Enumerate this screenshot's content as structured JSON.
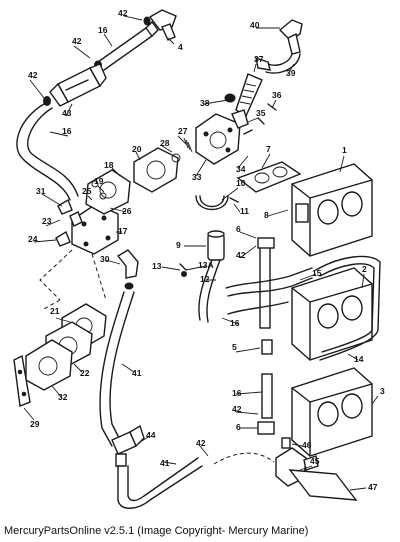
{
  "caption": "MercuryPartsOnline v2.5.1 (Image Copyright- Mercury Marine)",
  "callouts": [
    "1",
    "2",
    "3",
    "4",
    "5",
    "6",
    "6",
    "7",
    "8",
    "9",
    "10",
    "11",
    "12",
    "13",
    "13A",
    "14",
    "15",
    "16",
    "16",
    "16",
    "16",
    "17",
    "18",
    "19",
    "20",
    "21",
    "22",
    "23",
    "24",
    "25",
    "26",
    "27",
    "28",
    "29",
    "30",
    "31",
    "32",
    "33",
    "34",
    "35",
    "36",
    "37",
    "38",
    "39",
    "40",
    "41",
    "41",
    "42",
    "42",
    "42",
    "42",
    "42",
    "42",
    "43",
    "44",
    "45",
    "46",
    "47"
  ]
}
